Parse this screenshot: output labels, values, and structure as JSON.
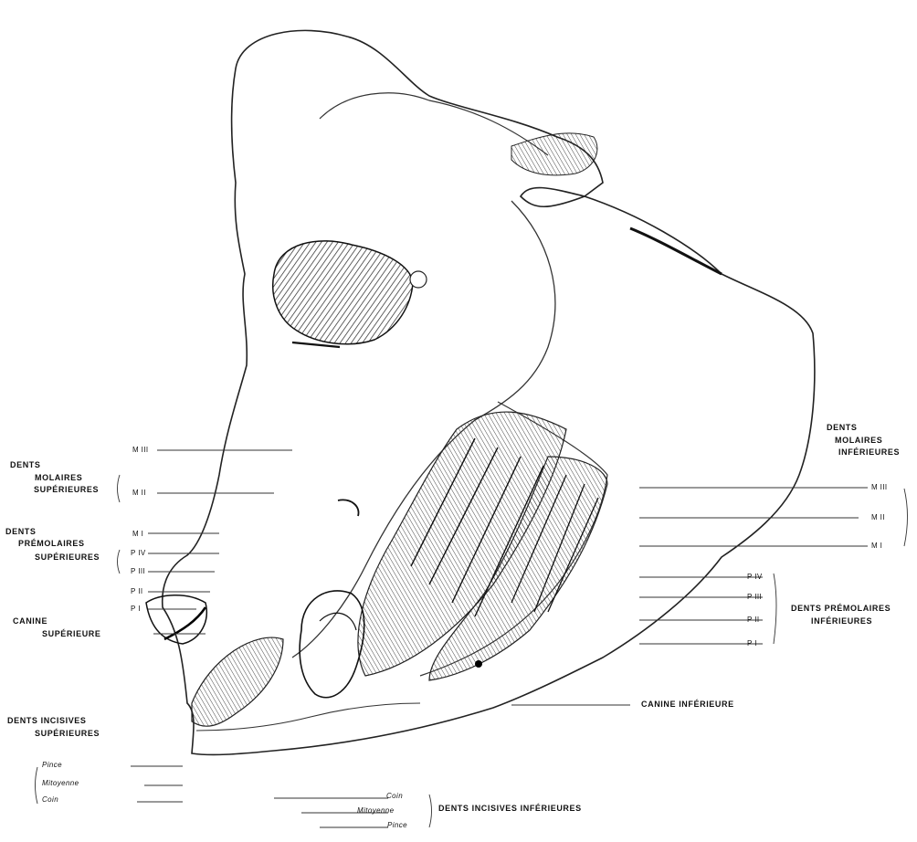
{
  "upper": {
    "molars": {
      "group_line1": "DENTS",
      "group_line2": "MOLAIRES",
      "group_line3": "SUPÉRIEURES",
      "m3": "M III",
      "m2": "M II",
      "m1": "M I"
    },
    "premolars": {
      "group_line1": "DENTS",
      "group_line2": "PRÉMOLAIRES",
      "group_line3": "SUPÉRIEURES",
      "p4": "P IV",
      "p3": "P III",
      "p2": "P II",
      "p1": "P I"
    },
    "canine": {
      "line1": "CANINE",
      "line2": "SUPÉRIEURE"
    },
    "incisors": {
      "group_line1": "DENTS INCISIVES",
      "group_line2": "SUPÉRIEURES",
      "items": [
        "Pince",
        "Mitoyenne",
        "Coin"
      ]
    }
  },
  "lower": {
    "molars": {
      "group_line1": "DENTS",
      "group_line2": "MOLAIRES",
      "group_line3": "INFÉRIEURES",
      "m3": "M III",
      "m2": "M II",
      "m1": "M I"
    },
    "premolars": {
      "group_line1": "DENTS PRÉMOLAIRES",
      "group_line2": "INFÉRIEURES",
      "p4": "P IV",
      "p3": "P III",
      "p2": "P II",
      "p1": "P I"
    },
    "canine": {
      "label": "CANINE INFÉRIEURE"
    },
    "incisors": {
      "group": "DENTS INCISIVES INFÉRIEURES",
      "items": [
        "Coin",
        "Mitoyenne",
        "Pince"
      ]
    }
  }
}
